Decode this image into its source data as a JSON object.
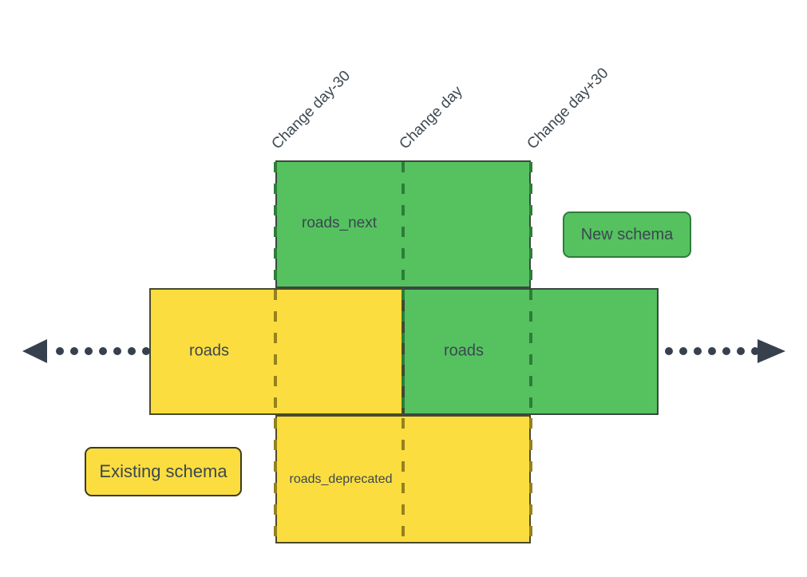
{
  "diagram": {
    "title_hint": "schema change timeline",
    "timeline_labels": [
      {
        "text": "Change day-30"
      },
      {
        "text": "Change day"
      },
      {
        "text": "Change day+30"
      }
    ],
    "boxes": [
      {
        "label": "roads_next",
        "schema": "new",
        "row": "top"
      },
      {
        "label": "roads",
        "schema": "existing",
        "row": "middle-left"
      },
      {
        "label": "roads",
        "schema": "new",
        "row": "middle-right"
      },
      {
        "label": "roads_deprecated",
        "schema": "existing",
        "row": "bottom"
      }
    ],
    "legend": [
      {
        "label": "New schema",
        "fill": "#55c25f",
        "border": "#2e7d3a"
      },
      {
        "label": "Existing schema",
        "fill": "#fcdd3f",
        "border": "#3c3c1e"
      }
    ],
    "colors": {
      "green_fill": "#55c25f",
      "green_dash": "#2e7d38",
      "yellow_fill": "#fcdd3f",
      "yellow_dash": "#94811f",
      "arrow": "#37404d",
      "text": "#3b4750"
    }
  }
}
